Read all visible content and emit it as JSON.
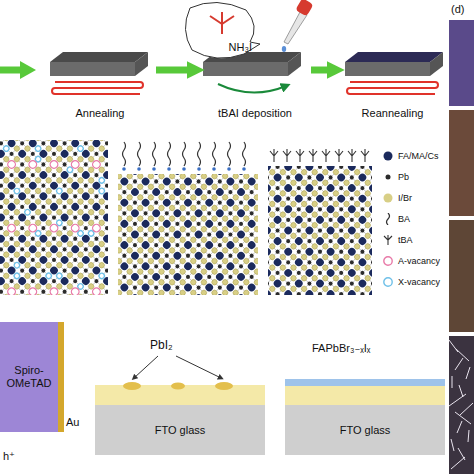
{
  "diagram": {
    "nodes": [
      {
        "text": [
          "Annealing"
        ]
      },
      {
        "text": [
          "tBAI deposition"
        ]
      },
      {
        "text": [
          "Reannealing"
        ]
      },
      {
        "text": [
          "NH₃I"
        ]
      },
      {
        "text": [
          "Spiro-OMeTAD"
        ]
      },
      {
        "text": [
          "FTO glass"
        ]
      },
      {
        "text": [
          "FTO glass"
        ]
      }
    ],
    "edges": [
      {
        "from": 0,
        "to": 1,
        "arrow": "to"
      },
      {
        "from": 1,
        "to": 2,
        "arrow": "to"
      }
    ],
    "labels": [
      "Au",
      "h⁺",
      "PbI₂",
      "FAPbBr₃₋ₓIₓ",
      "(d)"
    ],
    "legend": [
      {
        "text": "FA/MA/Cs",
        "color": "#1b2a5c"
      },
      {
        "text": "Pb",
        "color": "#2b2b2b"
      },
      {
        "text": "I/Br",
        "color": "#d8cf86"
      },
      {
        "text": "BA"
      },
      {
        "text": "tBA"
      },
      {
        "text": "A-vacancy"
      },
      {
        "text": "X-vacancy"
      }
    ]
  }
}
